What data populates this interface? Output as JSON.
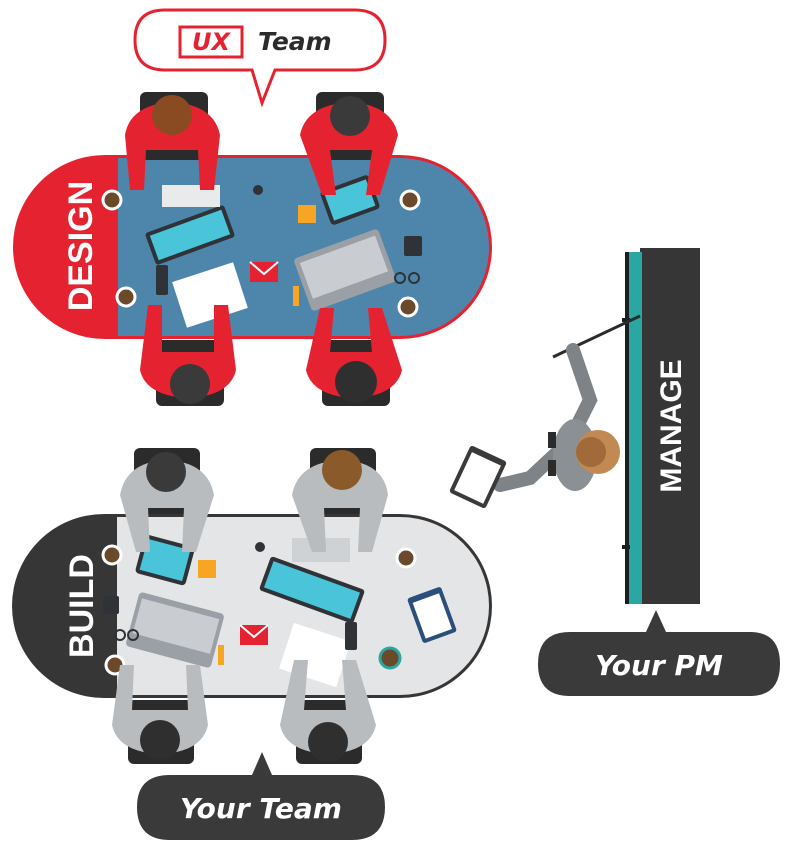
{
  "colors": {
    "design_red": "#e52330",
    "design_table": "#4e86ab",
    "build_dark": "#363636",
    "build_table": "#e4e5e6",
    "pm_screen": "#2aa6a3",
    "bubble_dark": "#3a3a3a"
  },
  "ux_bubble": {
    "ux": "UX",
    "team": "Team"
  },
  "design": {
    "label": "DESIGN"
  },
  "build": {
    "label": "BUILD"
  },
  "manage": {
    "label": "MANAGE"
  },
  "pm_bubble": {
    "label": "Your PM"
  },
  "team_bubble": {
    "label": "Your Team"
  },
  "icons": [
    "person-icon",
    "laptop-icon",
    "monitor-icon",
    "keyboard-icon",
    "coffee-cup-icon",
    "phone-icon",
    "tablet-icon",
    "clipboard-icon",
    "pointer-stick-icon",
    "envelope-icon",
    "glasses-icon",
    "calculator-icon",
    "watch-icon"
  ]
}
